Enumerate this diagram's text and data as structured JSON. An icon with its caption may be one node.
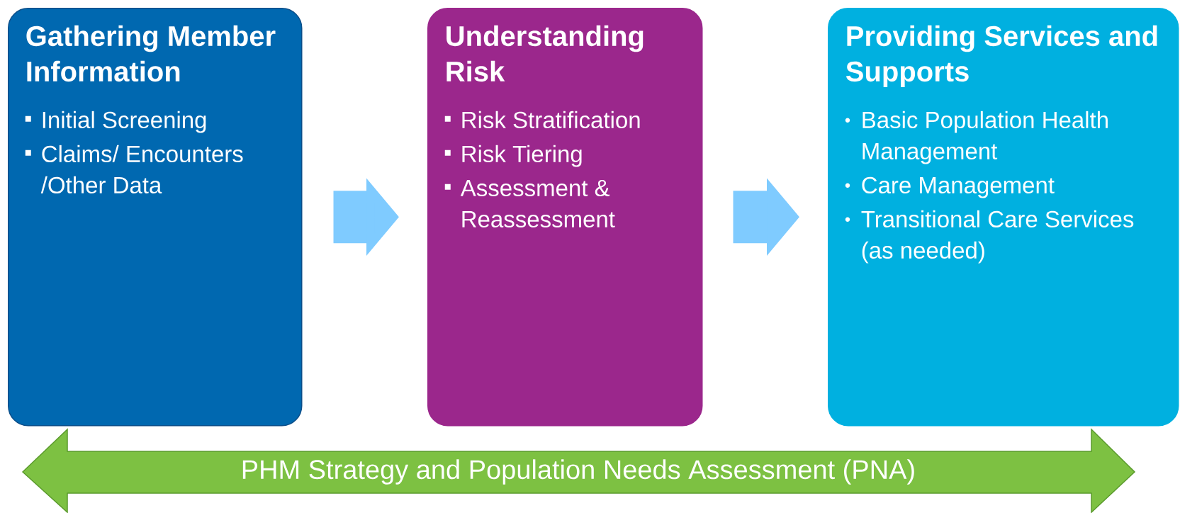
{
  "diagram": {
    "nodes": [
      {
        "text": [
          "Gathering Member Information",
          "Initial Screening",
          "Claims/ Encounters /Other Data"
        ]
      },
      {
        "text": [
          "Understanding Risk",
          "Risk Stratification",
          "Risk Tiering",
          "Assessment & Reassessment"
        ]
      },
      {
        "text": [
          "Providing Services and Supports",
          "Basic Population Health Management",
          "Care Management",
          "Transitional Care Services (as needed)"
        ]
      },
      {
        "text": [
          "PHM Strategy and Population Needs Assessment (PNA)"
        ]
      }
    ],
    "edges": [
      {
        "from": 0,
        "to": 1,
        "arrow": "to"
      },
      {
        "from": 1,
        "to": 2,
        "arrow": "to"
      }
    ]
  }
}
